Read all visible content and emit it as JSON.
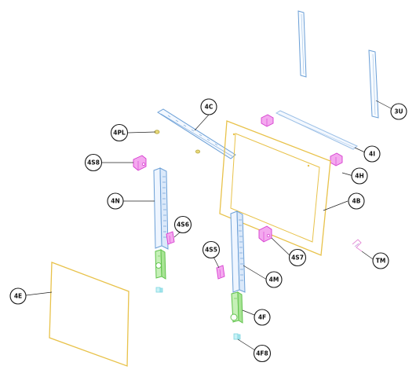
{
  "diagram": {
    "labels": {
      "3U": "3U",
      "4C": "4C",
      "4PL": "4PL",
      "4I": "4I",
      "4S8": "4S8",
      "4H": "4H",
      "4N": "4N",
      "4B": "4B",
      "4S6": "4S6",
      "4S5": "4S5",
      "4S7": "4S7",
      "TM": "TM",
      "4M": "4M",
      "4E": "4E",
      "4F": "4F",
      "4F8": "4F8"
    },
    "colors": {
      "yellow": "#e8c24a",
      "blue": "#6b9fd6",
      "magenta": "#d63ccf",
      "green": "#5fc24a",
      "cyan": "#7fd6e0",
      "olive": "#b5a640"
    }
  }
}
